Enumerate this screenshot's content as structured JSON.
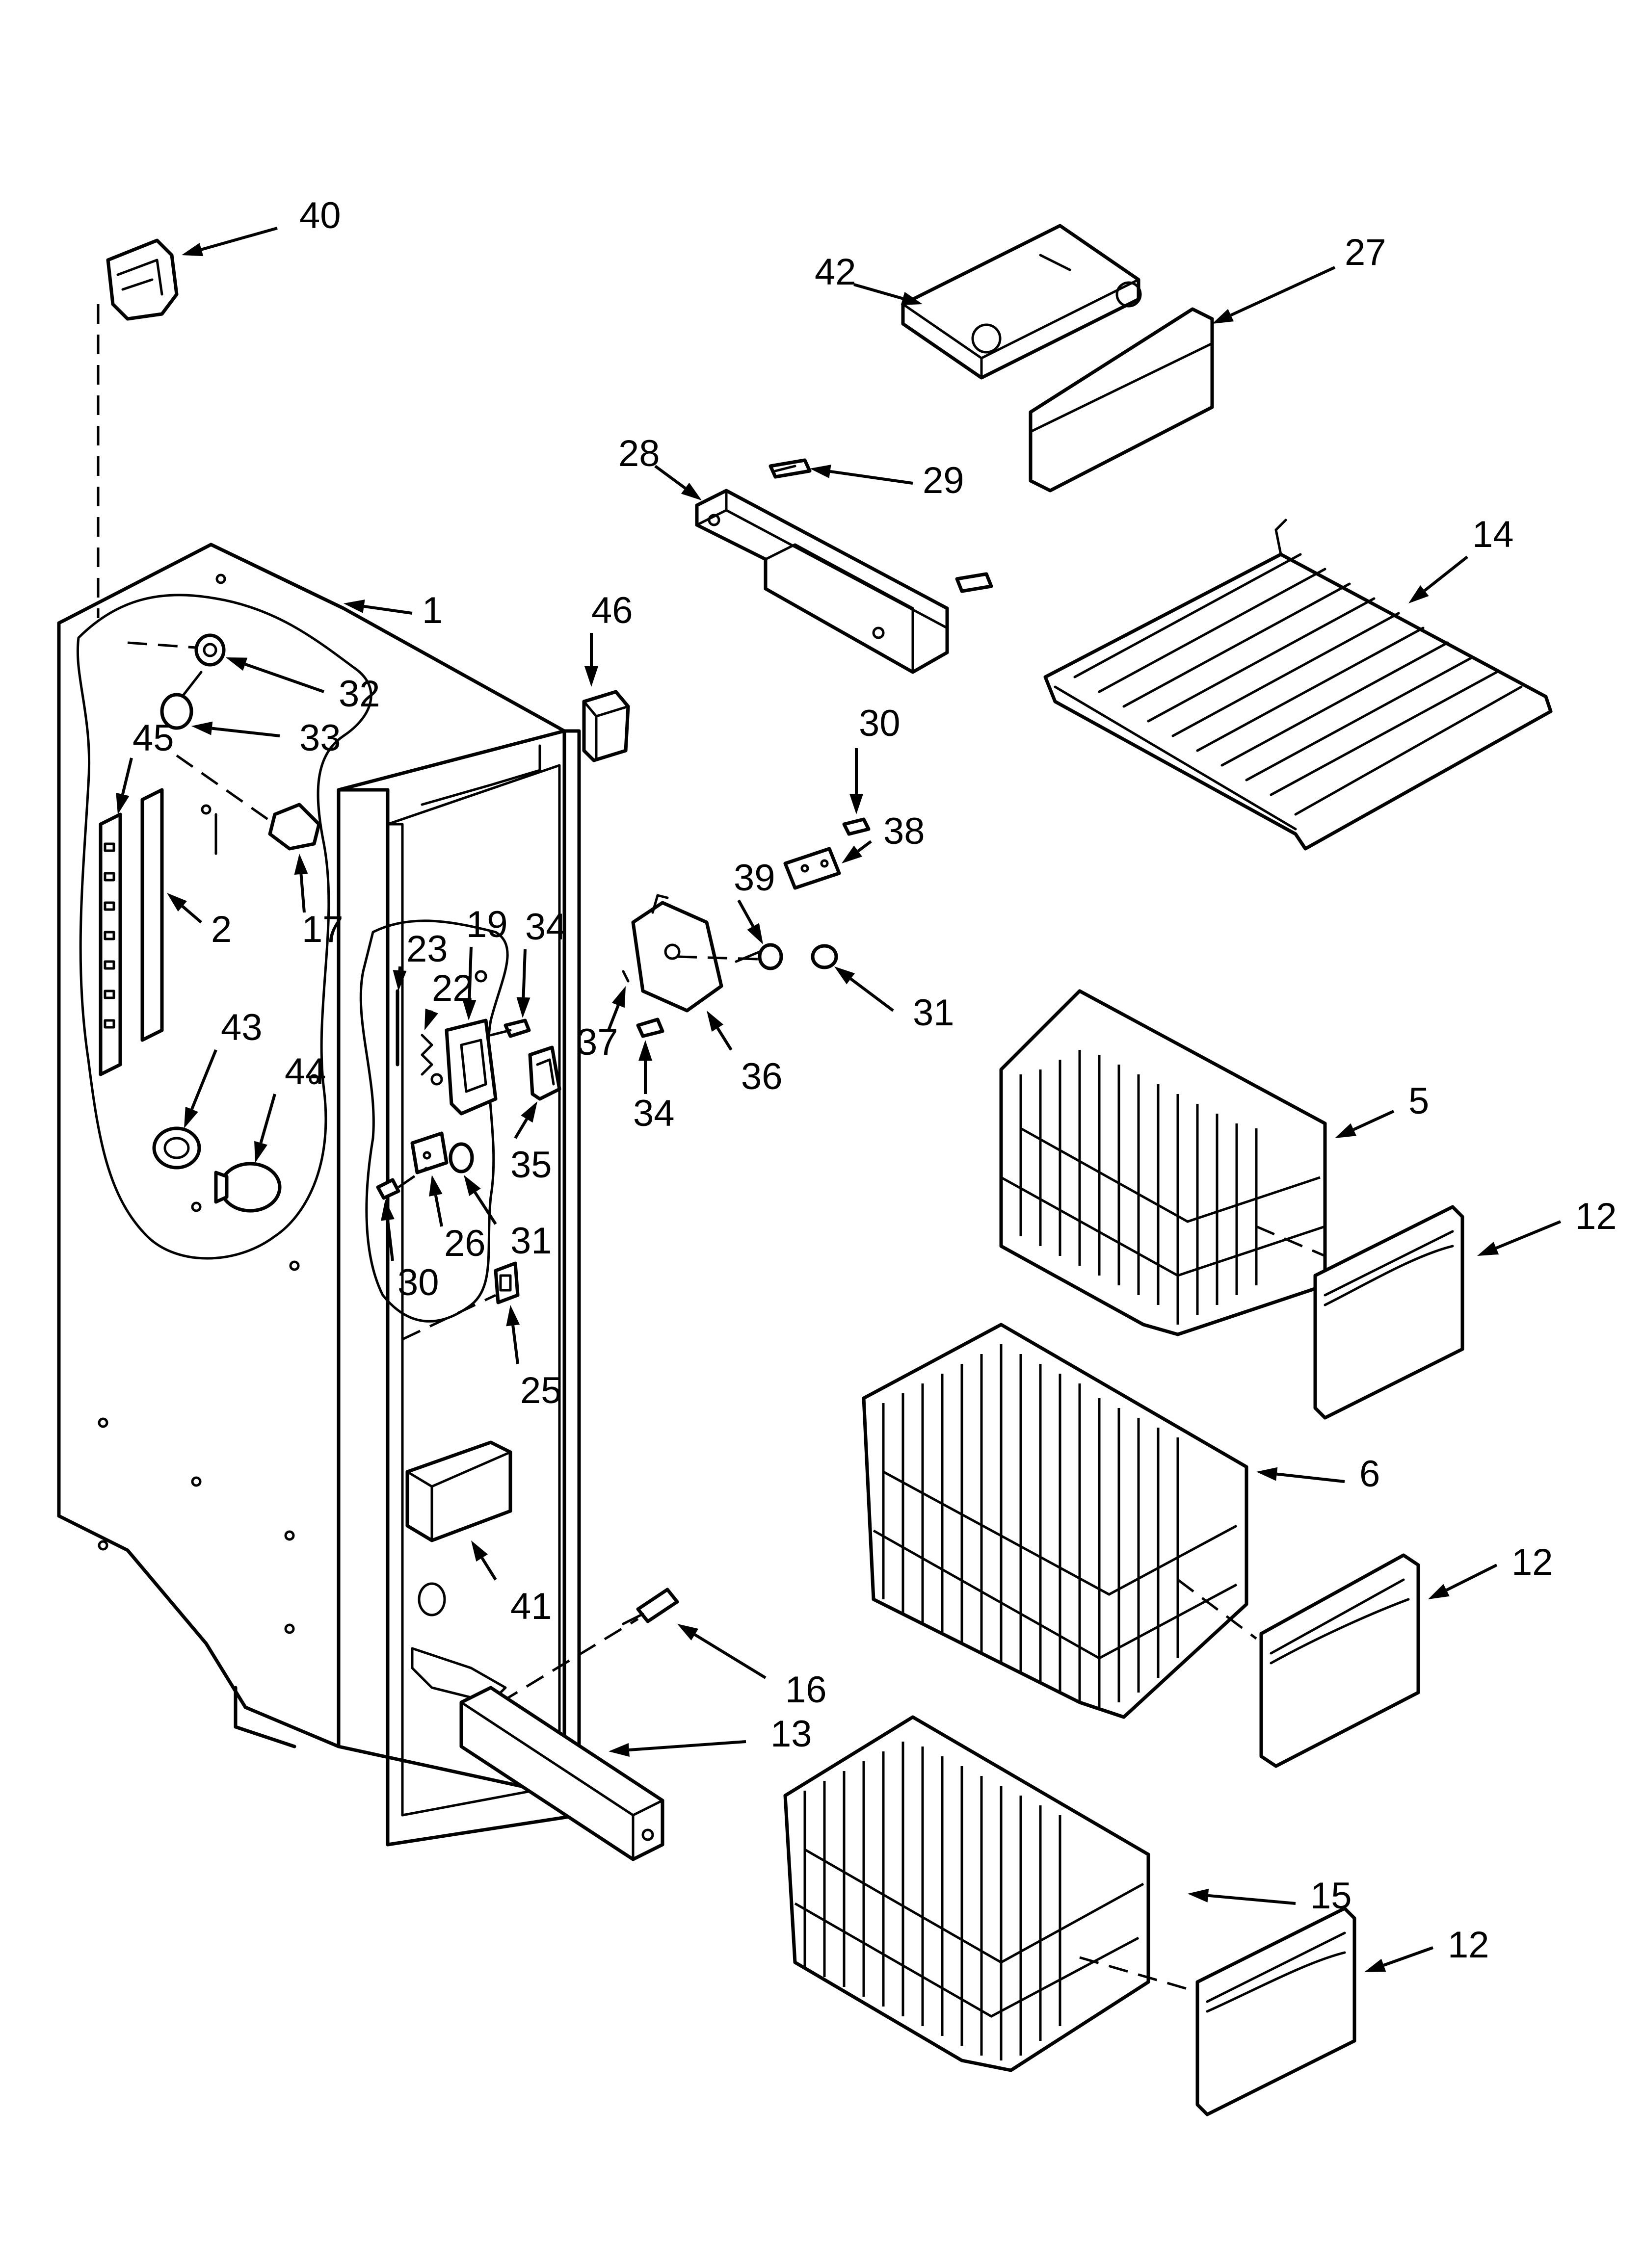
{
  "diagram": {
    "type": "exploded-parts-view",
    "callouts": [
      {
        "id": "c40a",
        "text": "40"
      },
      {
        "id": "c1",
        "text": "1"
      },
      {
        "id": "c32",
        "text": "32"
      },
      {
        "id": "c33",
        "text": "33"
      },
      {
        "id": "c45",
        "text": "45"
      },
      {
        "id": "c2",
        "text": "2"
      },
      {
        "id": "c17",
        "text": "17"
      },
      {
        "id": "c43",
        "text": "43"
      },
      {
        "id": "c44",
        "text": "44"
      },
      {
        "id": "c23",
        "text": "23"
      },
      {
        "id": "c22",
        "text": "22"
      },
      {
        "id": "c19",
        "text": "19"
      },
      {
        "id": "c34a",
        "text": "34"
      },
      {
        "id": "c35",
        "text": "35"
      },
      {
        "id": "c26",
        "text": "26"
      },
      {
        "id": "c31a",
        "text": "31"
      },
      {
        "id": "c30a",
        "text": "30"
      },
      {
        "id": "c25",
        "text": "25"
      },
      {
        "id": "c41",
        "text": "41"
      },
      {
        "id": "c46",
        "text": "46"
      },
      {
        "id": "c16",
        "text": "16"
      },
      {
        "id": "c13",
        "text": "13"
      },
      {
        "id": "c42",
        "text": "42"
      },
      {
        "id": "c27",
        "text": "27"
      },
      {
        "id": "c28",
        "text": "28"
      },
      {
        "id": "c29",
        "text": "29"
      },
      {
        "id": "c14",
        "text": "14"
      },
      {
        "id": "c30b",
        "text": "30"
      },
      {
        "id": "c38",
        "text": "38"
      },
      {
        "id": "c39",
        "text": "39"
      },
      {
        "id": "c31b",
        "text": "31"
      },
      {
        "id": "c37",
        "text": "37"
      },
      {
        "id": "c36",
        "text": "36"
      },
      {
        "id": "c34b",
        "text": "34"
      },
      {
        "id": "c5",
        "text": "5"
      },
      {
        "id": "c12a",
        "text": "12"
      },
      {
        "id": "c6",
        "text": "6"
      },
      {
        "id": "c12b",
        "text": "12"
      },
      {
        "id": "c15",
        "text": "15"
      },
      {
        "id": "c12c",
        "text": "12"
      }
    ]
  }
}
